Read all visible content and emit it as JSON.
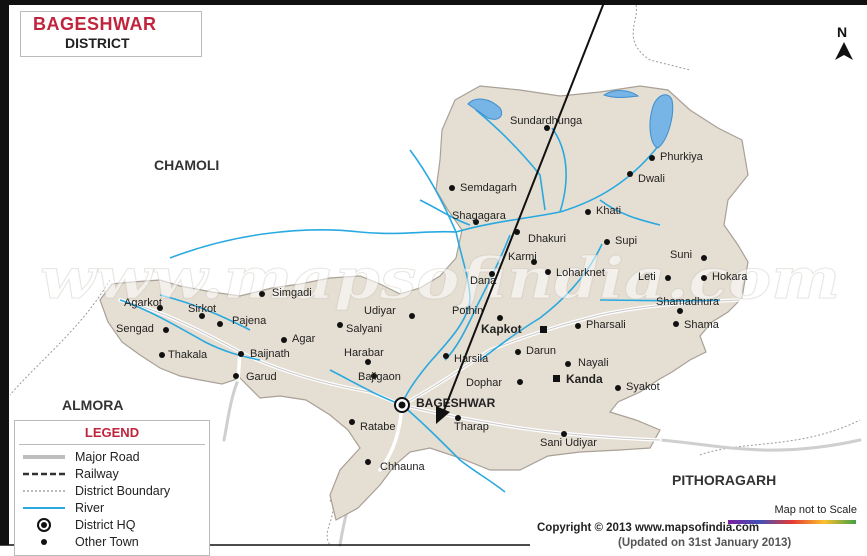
{
  "title": {
    "line1": "BAGESHWAR",
    "line2": "DISTRICT"
  },
  "north_label": "N",
  "watermark": "www.mapsofindia.com",
  "regions": {
    "chamoli": "CHAMOLI",
    "almora": "ALMORA",
    "pithoragarh": "PITHORAGARH"
  },
  "district_hq": "BAGESHWAR",
  "towns": {
    "sundardhunga": "Sundardhunga",
    "phurkiya": "Phurkiya",
    "dwali": "Dwali",
    "semdagarh": "Semdagarh",
    "khati": "Khati",
    "shagagara": "Shagagara",
    "dhakuri": "Dhakuri",
    "supi": "Supi",
    "karmi": "Karmi",
    "suni": "Suni",
    "loharknet": "Loharknet",
    "leti": "Leti",
    "hokara": "Hokara",
    "dana": "Dana",
    "shamadhura": "Shamadhura",
    "agarkot": "Agarkot",
    "simgadi": "Simgadi",
    "sirkot": "Sirkot",
    "udiyar": "Udiyar",
    "pothin": "Pothin",
    "shama": "Shama",
    "sengad": "Sengad",
    "pajena": "Pajena",
    "salyani": "Salyani",
    "kapkot": "Kapkot",
    "pharsali": "Pharsali",
    "agar": "Agar",
    "thakala": "Thakala",
    "baijnath": "Baijnath",
    "harabar": "Harabar",
    "harsila": "Harsila",
    "darun": "Darun",
    "nayali": "Nayali",
    "garud": "Garud",
    "bajigaon": "Bajigaon",
    "dophar": "Dophar",
    "kanda": "Kanda",
    "syakot": "Syakot",
    "ratabe": "Ratabe",
    "tharap": "Tharap",
    "sani_udiyar": "Sani Udiyar",
    "chhauna": "Chhauna"
  },
  "legend": {
    "title": "LEGEND",
    "items": [
      "Major Road",
      "Railway",
      "District Boundary",
      "River",
      "District HQ",
      "Other Town"
    ]
  },
  "scale_note": "Map not to Scale",
  "copyright": "Copyright © 2013 www.mapsofindia.com",
  "updated": "(Updated on 31st January 2013)",
  "colors": {
    "district_fill": "#e5ded2",
    "river": "#29a9e0",
    "lake": "#76b5e6",
    "title_red": "#c0243c",
    "road": "#c9c9c9",
    "border": "#111111"
  }
}
